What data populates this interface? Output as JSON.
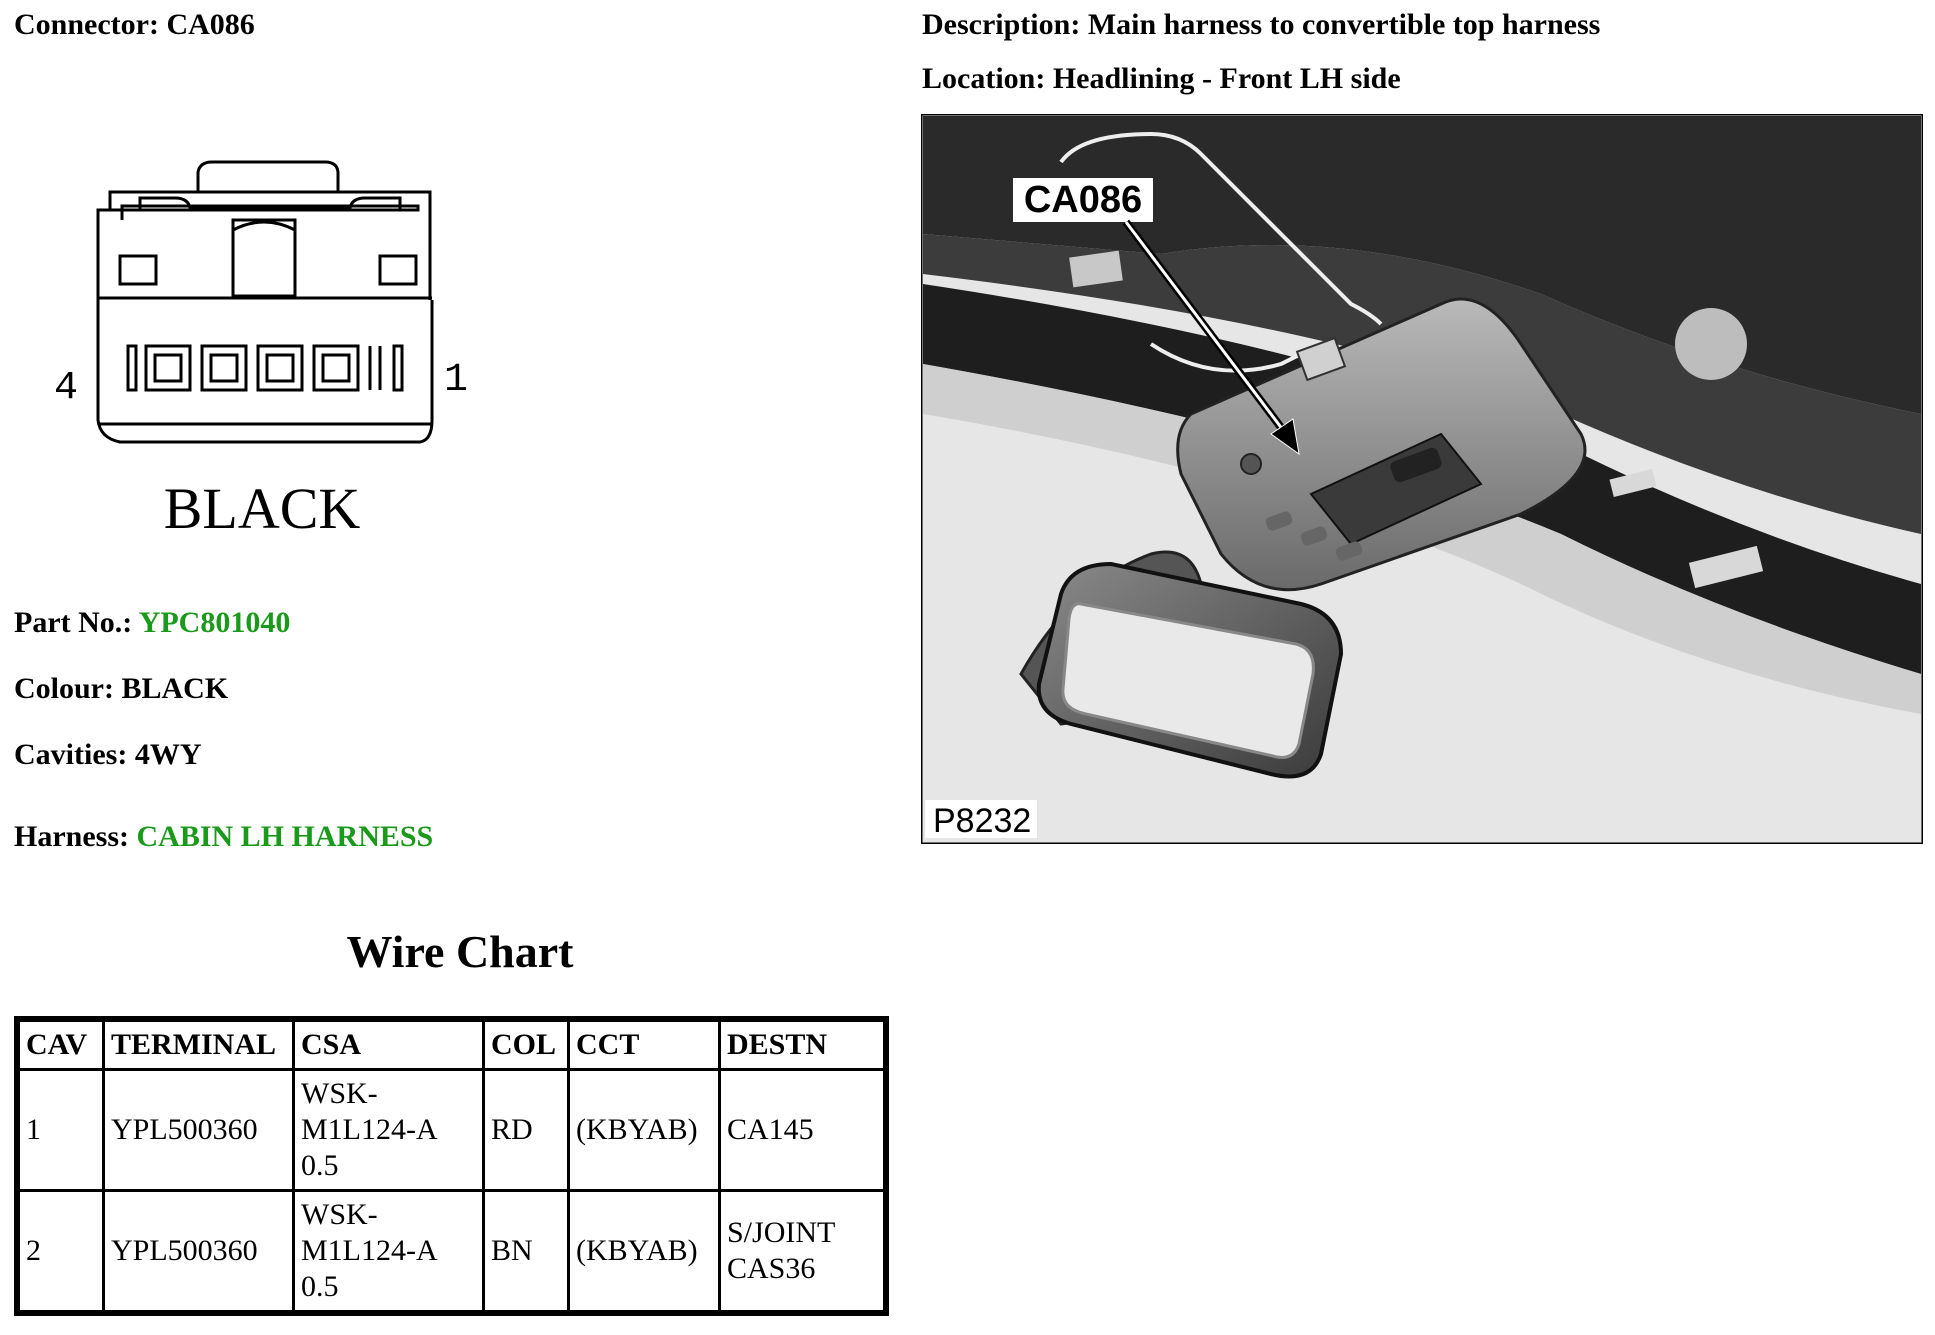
{
  "connector": {
    "label": "Connector:",
    "value": "CA086"
  },
  "description": {
    "label": "Description:",
    "value": "Main harness to convertible top harness"
  },
  "location": {
    "label": "Location:",
    "value": "Headlining - Front LH side"
  },
  "diagram": {
    "pin_left": "4",
    "pin_right": "1",
    "colour_label": "BLACK"
  },
  "part_no": {
    "label": "Part No.:",
    "value": "YPC801040"
  },
  "colour": {
    "label": "Colour:",
    "value": "BLACK"
  },
  "cavities": {
    "label": "Cavities:",
    "value": "4WY"
  },
  "harness": {
    "label": "Harness:",
    "value": "CABIN LH HARNESS"
  },
  "photo": {
    "callout": "CA086",
    "ref": "P8232"
  },
  "wire_chart": {
    "title": "Wire Chart",
    "headers": [
      "CAV",
      "TERMINAL",
      "CSA",
      "COL",
      "CCT",
      "DESTN"
    ],
    "rows": [
      [
        "1",
        "YPL500360",
        "WSK-M1L124-A 0.5",
        "RD",
        "(KBYAB)",
        "CA145"
      ],
      [
        "2",
        "YPL500360",
        "WSK-M1L124-A 0.5",
        "BN",
        "(KBYAB)",
        "S/JOINT CAS36"
      ]
    ]
  },
  "colors": {
    "link_green": "#1a9a1a"
  }
}
